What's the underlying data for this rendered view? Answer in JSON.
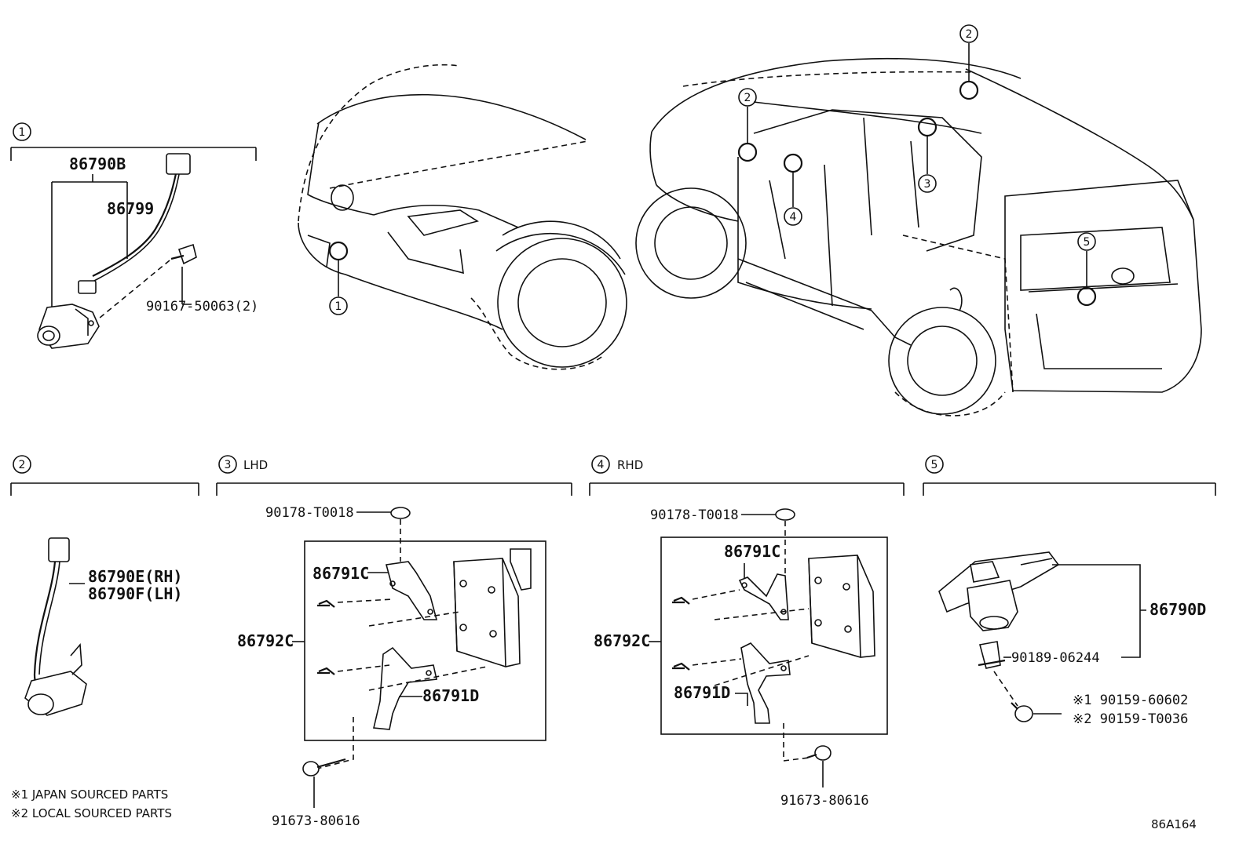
{
  "sections": {
    "s1": {
      "num": "1",
      "label": ""
    },
    "s2": {
      "num": "2",
      "label": ""
    },
    "s3": {
      "num": "3",
      "label": "LHD"
    },
    "s4": {
      "num": "4",
      "label": "RHD"
    },
    "s5": {
      "num": "5",
      "label": ""
    }
  },
  "callouts": [
    "1",
    "2",
    "2",
    "3",
    "4",
    "5"
  ],
  "parts": {
    "p86790B": "86790B",
    "p86799": "86799",
    "p90167": "90167-50063(2)",
    "p86790E": "86790E(RH)",
    "p86790F": "86790F(LH)",
    "lhd_90178": "90178-T0018",
    "lhd_86791C": "86791C",
    "lhd_86792C": "86792C",
    "lhd_86791D": "86791D",
    "lhd_91673": "91673-80616",
    "rhd_90178": "90178-T0018",
    "rhd_86791C": "86791C",
    "rhd_86792C": "86792C",
    "rhd_86791D": "86791D",
    "rhd_91673": "91673-80616",
    "p86790D": "86790D",
    "p90189": "90189-06244",
    "p90159a": "※1 90159-60602",
    "p90159b": "※2 90159-T0036"
  },
  "notes": {
    "note1": "※1 JAPAN SOURCED PARTS",
    "note2": "※2 LOCAL SOURCED PARTS"
  },
  "figure_id": "86A164"
}
